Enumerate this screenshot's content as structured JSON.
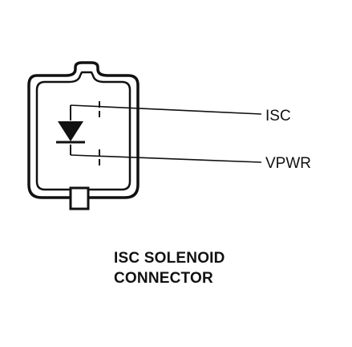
{
  "diagram": {
    "pins": [
      {
        "label": "ISC"
      },
      {
        "label": "VPWR"
      }
    ],
    "caption": {
      "line1": "ISC SOLENOID",
      "line2": "CONNECTOR"
    },
    "colors": {
      "ink": "#111111",
      "background": "#ffffff"
    },
    "icons": [
      "diode-symbol"
    ]
  }
}
